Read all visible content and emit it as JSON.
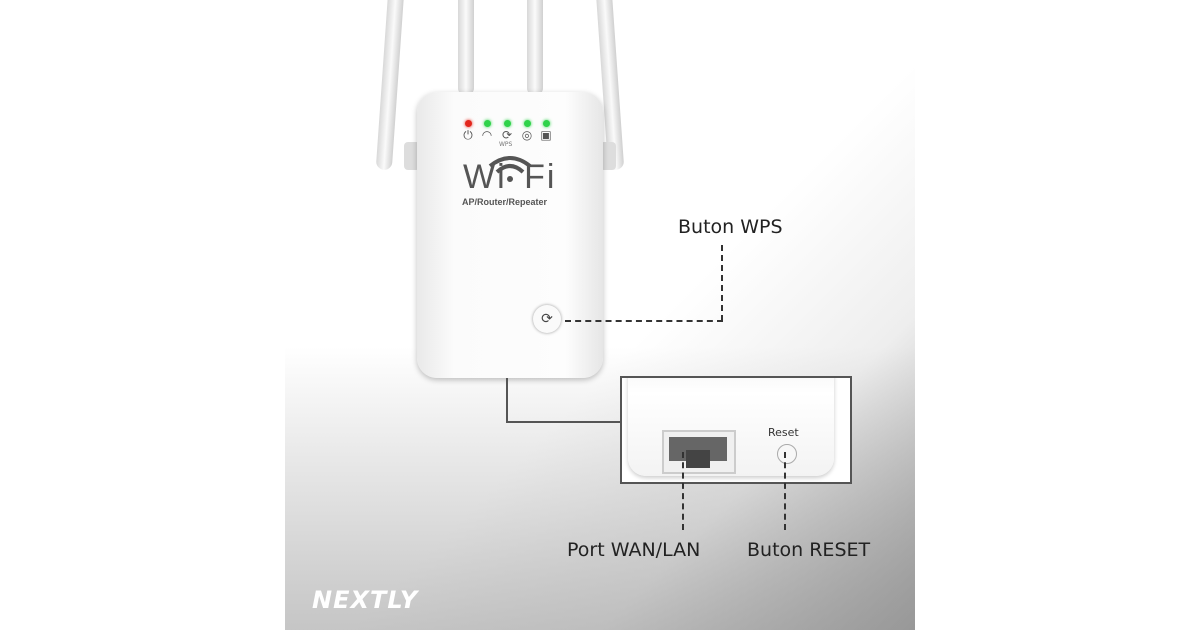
{
  "device": {
    "logo_text": "Wi Fi",
    "subtitle": "AP/Router/Repeater",
    "led_colors": [
      "#e3261c",
      "#2fd34a",
      "#2fd34a",
      "#2fd34a",
      "#2fd34a"
    ],
    "indicator_icons": [
      "power-icon",
      "wifi-icon",
      "wps-icon",
      "gear-icon",
      "ethernet-icon"
    ],
    "wps_icon_label": "WPS"
  },
  "callouts": {
    "wps_button": "Buton WPS",
    "wan_lan_port": "Port WAN/LAN",
    "reset_button": "Buton RESET"
  },
  "inset": {
    "reset_label": "Reset"
  },
  "brand": {
    "logo": "NEXTLY"
  }
}
